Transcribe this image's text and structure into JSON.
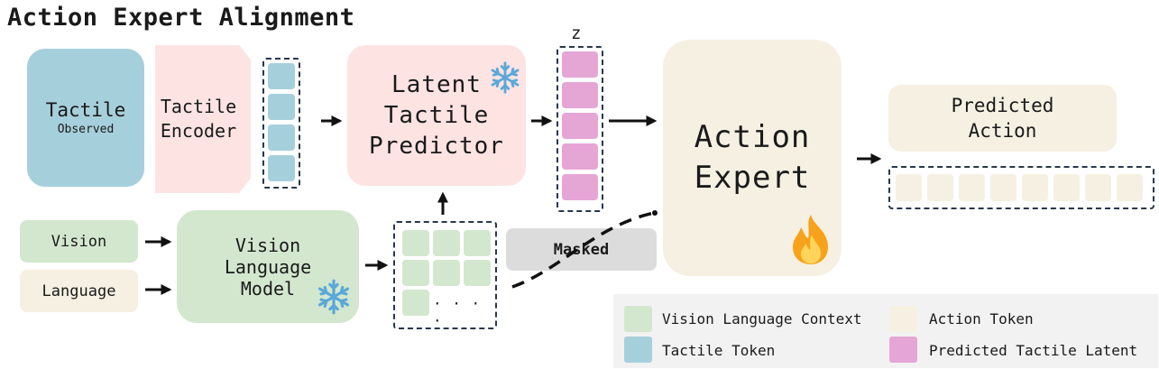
{
  "title": "Action Expert Alignment",
  "blocks": {
    "tactile": {
      "label": "Tactile",
      "sub": "Observed"
    },
    "encoder": {
      "line1": "Tactile",
      "line2": "Encoder"
    },
    "predictor": {
      "line1": "Latent",
      "line2": "Tactile",
      "line3": "Predictor"
    },
    "z_label": "z",
    "action_expert": {
      "line1": "Action",
      "line2": "Expert"
    },
    "predicted_action": {
      "line1": "Predicted",
      "line2": "Action"
    },
    "vision": "Vision",
    "language": "Language",
    "vlm": {
      "line1": "Vision",
      "line2": "Language",
      "line3": "Model"
    },
    "grid_dots": "· · · ·",
    "masked": "Masked"
  },
  "icons": {
    "frozen": "snowflake-icon",
    "trainable": "fire-icon"
  },
  "legend": [
    {
      "label": "Vision Language Context",
      "color": "#d3e7cf"
    },
    {
      "label": "Action Token",
      "color": "#f5f0e2"
    },
    {
      "label": "Tactile Token",
      "color": "#a6cfdc"
    },
    {
      "label": "Predicted Tactile Latent",
      "color": "#e5a6d6"
    }
  ],
  "colors": {
    "tactile": "#a6cfdc",
    "pink_block": "#fde3e2",
    "latent": "#e5a6d6",
    "vision": "#d3e7cf",
    "action": "#f5f0e2",
    "masked": "#dcdcdc",
    "dashed_border": "#27374d"
  }
}
